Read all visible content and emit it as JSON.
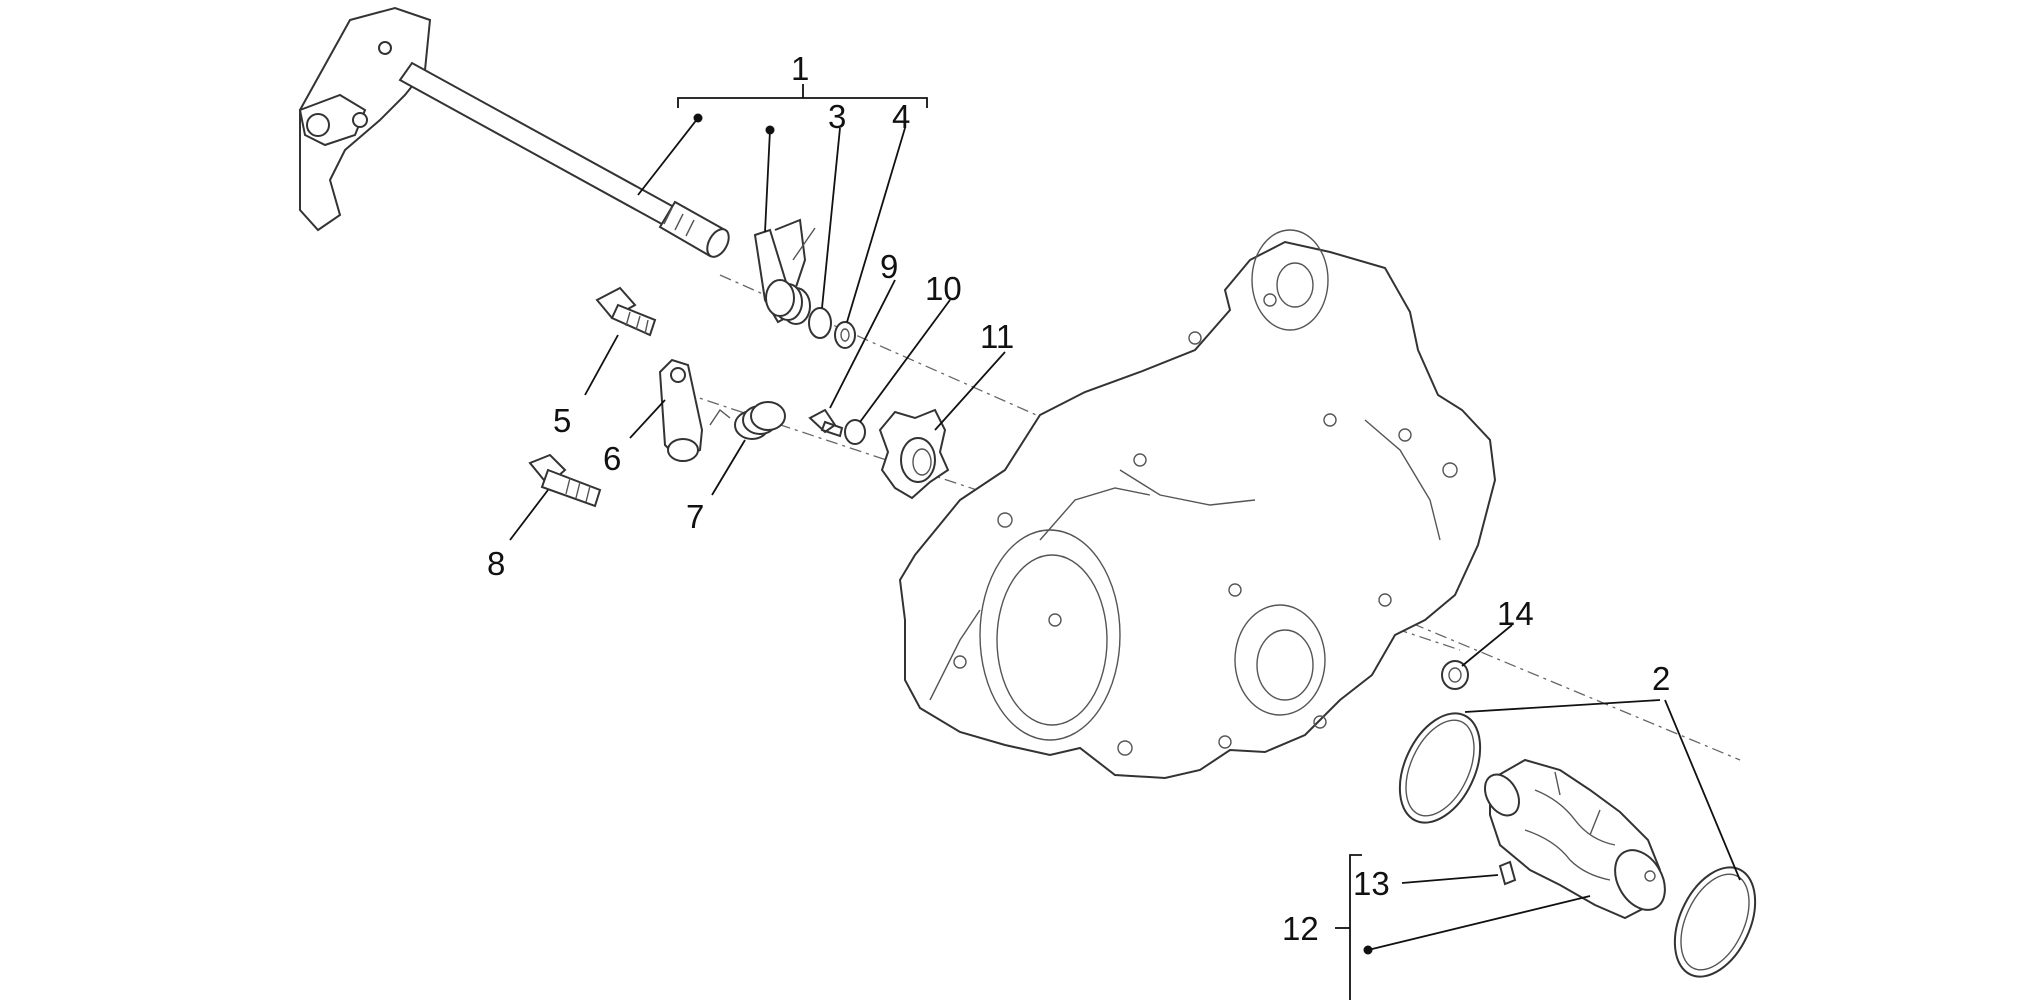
{
  "diagram": {
    "callouts": [
      {
        "id": "1",
        "text": "1"
      },
      {
        "id": "2",
        "text": "2"
      },
      {
        "id": "3",
        "text": "3"
      },
      {
        "id": "4",
        "text": "4"
      },
      {
        "id": "5",
        "text": "5"
      },
      {
        "id": "6",
        "text": "6"
      },
      {
        "id": "7",
        "text": "7"
      },
      {
        "id": "8",
        "text": "8"
      },
      {
        "id": "9",
        "text": "9"
      },
      {
        "id": "10",
        "text": "10"
      },
      {
        "id": "11",
        "text": "11"
      },
      {
        "id": "12",
        "text": "12"
      },
      {
        "id": "13",
        "text": "13"
      },
      {
        "id": "14",
        "text": "14"
      }
    ],
    "colors": {
      "line": "#111111",
      "part_stroke": "#333333",
      "background": "#ffffff"
    }
  }
}
